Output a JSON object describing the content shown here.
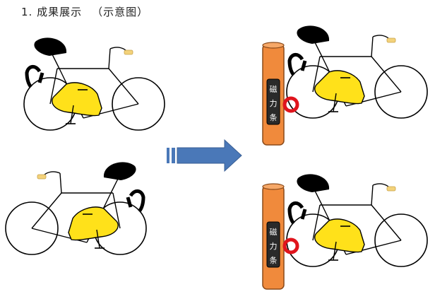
{
  "heading": {
    "number": "1.",
    "title": "成果展示",
    "note": "（示意图）"
  },
  "pillar_label": [
    "磁",
    "力",
    "条"
  ],
  "colors": {
    "frame_fill": "#ffe11a",
    "frame_stroke": "#000000",
    "saddle": "#000000",
    "grip": "#f3d27a",
    "pillar": "#f08a3c",
    "pillar_dark": "#c96622",
    "magnet_strip": "#2a2a2a",
    "magnet_ring": "#e0141c",
    "arrow": "#4a78b8"
  }
}
